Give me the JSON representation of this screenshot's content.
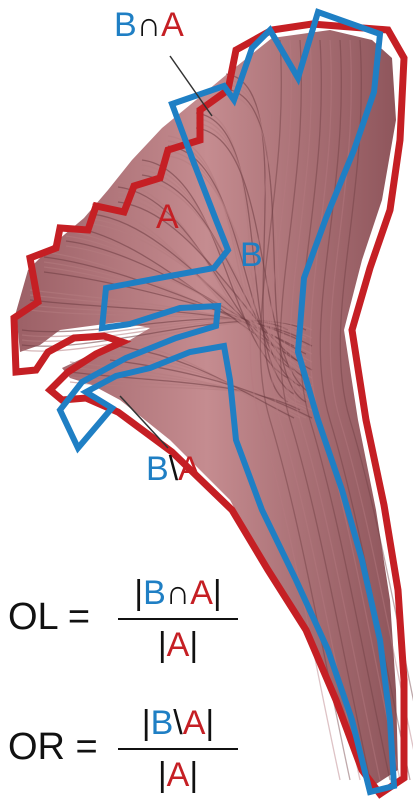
{
  "labels": {
    "intersection": {
      "b": "B",
      "op": "∩",
      "a": "A"
    },
    "region_a": "A",
    "region_b": "B",
    "difference": {
      "b": "B",
      "op": "\\",
      "a": "A"
    }
  },
  "formulas": {
    "ol": {
      "lhs": "OL =",
      "numerator": {
        "open": "|",
        "b": "B",
        "op": "∩",
        "a": "A",
        "close": "|"
      },
      "denominator": {
        "open": "|",
        "a": "A",
        "close": "|"
      }
    },
    "or": {
      "lhs": "OR =",
      "numerator": {
        "open": "|",
        "b": "B",
        "op": "\\",
        "a": "A",
        "close": "|"
      },
      "denominator": {
        "open": "|",
        "a": "A",
        "close": "|"
      }
    }
  },
  "colors": {
    "set_a": "#c51f24",
    "set_b": "#1f7fc4",
    "fibers": "#b57b80",
    "fiber_dark": "#6e3d42",
    "text": "#111111"
  }
}
